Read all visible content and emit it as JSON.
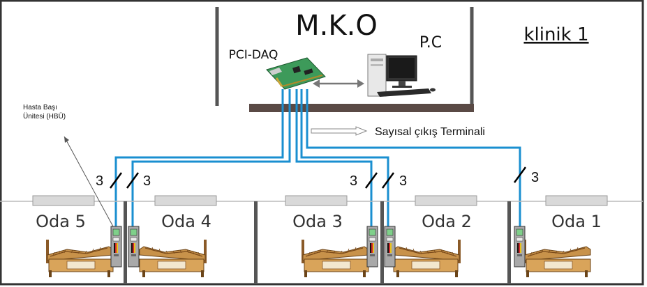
{
  "title": "M.K.O",
  "clinic_label": "klinik 1",
  "pc_label": "P.C",
  "daq_label": "PCI-DAQ",
  "terminal_label": "Sayısal çıkış Terminali",
  "hbu_label_line1": "Hasta Başı",
  "hbu_label_line2": "Ünitesi (HBÜ)",
  "bus_count_label": "3",
  "rooms": [
    {
      "label": "Oda 5"
    },
    {
      "label": "Oda 4"
    },
    {
      "label": "Oda 3"
    },
    {
      "label": "Oda 2"
    },
    {
      "label": "Oda 1"
    }
  ],
  "colors": {
    "cable": "#1a8fd0",
    "wall": "#555555",
    "shelf": "#5a4a45",
    "panel": "#d9d9d9",
    "bed_wood": "#c8924a"
  }
}
